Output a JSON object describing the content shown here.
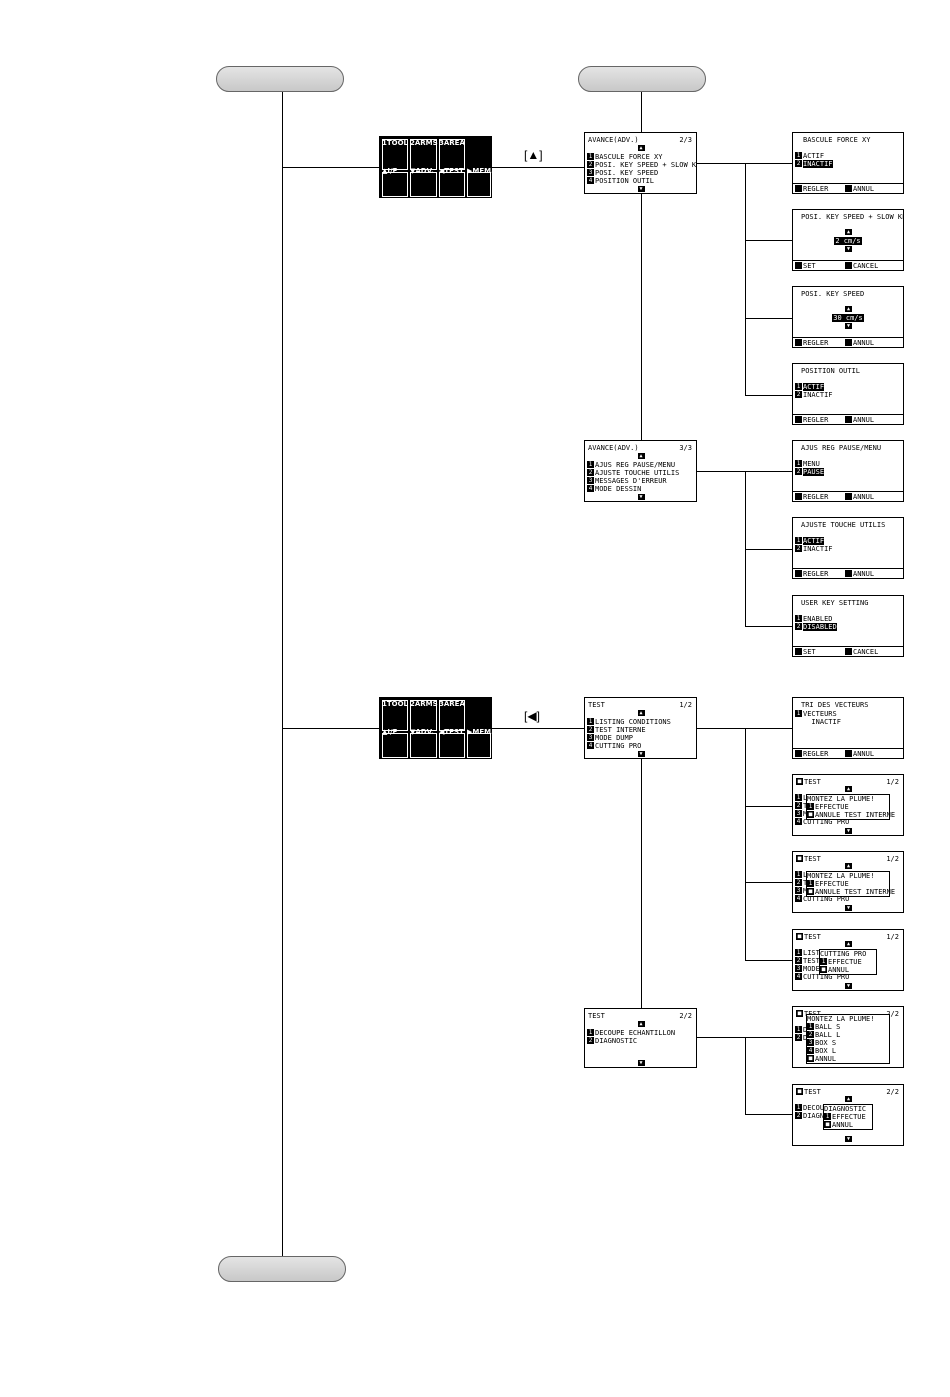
{
  "key_up_label": "[▲]",
  "key_left_label": "[◀]",
  "main_menu": {
    "tabs_top": [
      "1TOOL",
      "2ARMS",
      "3AREA"
    ],
    "tabs_bottom": [
      "▲I/F",
      "▼ADV.",
      "◀TEST",
      "▶MEM."
    ]
  },
  "screens": {
    "adv_p2": {
      "title": "AVANCE(ADV.)",
      "page": "2/3",
      "items": [
        "BASCULE FORCE XY",
        "POSI. KEY SPEED + SLOW KEY",
        "POSI. KEY SPEED",
        "POSITION OUTIL"
      ]
    },
    "adv_p3": {
      "title": "AVANCE(ADV.)",
      "page": "3/3",
      "items": [
        "AJUS REG PAUSE/MENU",
        "AJUSTE TOUCHE UTILIS",
        "MESSAGES D'ERREUR",
        "MODE DESSIN"
      ]
    },
    "test_p1": {
      "title": "TEST",
      "page": "1/2",
      "items": [
        "LISTING CONDITIONS",
        "TEST INTERNE",
        "MODE DUMP",
        "CUTTING PRO"
      ]
    },
    "test_p2": {
      "title": "TEST",
      "page": "2/2",
      "items": [
        "DECOUPE ECHANTILLON",
        "DIAGNOSTIC"
      ]
    }
  },
  "details": {
    "bascule": {
      "title": "BASCULE FORCE XY",
      "items": [
        "ACTIF",
        "INACTIF"
      ],
      "selected": 2,
      "foot_left": "REGLER",
      "foot_right": "ANNUL"
    },
    "posi_slow": {
      "title": "POSI. KEY SPEED + SLOW KEY",
      "value": "2 cm/s",
      "foot_left": "SET",
      "foot_right": "CANCEL"
    },
    "posi_speed": {
      "title": "POSI. KEY SPEED",
      "value": "30 cm/s",
      "foot_left": "REGLER",
      "foot_right": "ANNUL"
    },
    "position_outil": {
      "title": "POSITION OUTIL",
      "items": [
        "ACTIF",
        "INACTIF"
      ],
      "selected": 1,
      "foot_left": "REGLER",
      "foot_right": "ANNUL"
    },
    "ajus_reg": {
      "title": "AJUS REG PAUSE/MENU",
      "items": [
        "MENU",
        "PAUSE"
      ],
      "selected": 2,
      "foot_left": "REGLER",
      "foot_right": "ANNUL"
    },
    "ajuste_touche": {
      "title": "AJUSTE TOUCHE UTILIS",
      "items": [
        "ACTIF",
        "INACTIF"
      ],
      "selected": 1,
      "foot_left": "REGLER",
      "foot_right": "ANNUL"
    },
    "user_key": {
      "title": "USER KEY SETTING",
      "items": [
        "ENABLED",
        "DISABLED"
      ],
      "selected": 2,
      "foot_left": "SET",
      "foot_right": "CANCEL"
    },
    "tri_vecteurs": {
      "title": "TRI DES VECTEURS",
      "items": [
        "VECTEURS",
        "  INACTIF"
      ],
      "selected": 0,
      "foot_left": "REGLER",
      "foot_right": "ANNUL"
    }
  },
  "test_popups": {
    "popup1": {
      "title": "TEST",
      "page": "1/2",
      "bg_items": [
        "LI",
        "TE",
        "MO",
        "CUTTING PRO"
      ],
      "popup": [
        "MONTEZ LA PLUME!",
        "EFFECTUE",
        "ANNULE TEST INTERNE"
      ]
    },
    "popup2": {
      "title": "TEST",
      "page": "1/2",
      "bg_items": [
        "LI",
        "TE",
        "MO",
        "CUTTING PRO"
      ],
      "popup": [
        "MONTEZ LA PLUME!",
        "EFFECTUE",
        "ANNULE TEST INTERNE"
      ]
    },
    "popup3": {
      "title": "TEST",
      "page": "1/2",
      "bg_items": [
        "LISTI",
        "TEST",
        "MODE",
        "CUTTING PRO"
      ],
      "popup": [
        "CUTTING PRO",
        "EFFECTUE",
        "ANNUL"
      ]
    },
    "popup4": {
      "title": "TEST",
      "page": "2/2",
      "bg_items": [
        "DE",
        "DI"
      ],
      "popup": [
        "MONTEZ LA PLUME!",
        "BALL S",
        "BALL L",
        "BOX S",
        "BOX L",
        "ANNUL"
      ]
    },
    "popup5": {
      "title": "TEST",
      "page": "2/2",
      "bg_items": [
        "DECOUP",
        "DIAGNO"
      ],
      "popup": [
        "DIAGNOSTIC",
        "EFFECTUE",
        "ANNUL"
      ]
    }
  }
}
